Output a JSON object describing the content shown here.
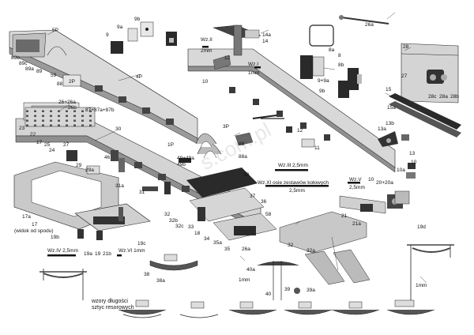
{
  "labels": {
    "l5P": "5P",
    "l89b": "89b",
    "l89c": "89c",
    "l89a": "89a",
    "l89": "89",
    "l59": "59",
    "l88": "88",
    "l2P": "2P",
    "l4P": "4P",
    "l87": "87+87a+87b",
    "l9a": "9a",
    "l9b": "9b",
    "l9": "9",
    "lWz2": "Wz.II",
    "l2mm": "2mm",
    "l14a": "14a",
    "l14": "14",
    "lWz1": "Wz.I",
    "l1mm_a": "1mm",
    "l12a": "12",
    "l10a": "10",
    "l8a": "8a",
    "l8": "8",
    "l8b": "8b",
    "l99a": "9+9a",
    "l9bb": "9b",
    "l26a": "26+26a",
    "l26b": "26b",
    "l23": "23",
    "l22": "22",
    "l17": "17",
    "l25": "25",
    "l24": "24",
    "l27": "27",
    "l30": "30",
    "l29": "29",
    "l29a": "29a",
    "l46": "46",
    "l1P": "1P",
    "l49": "49+49a",
    "l49b": "49b",
    "l3P": "3P",
    "l88b": "88",
    "l88a": "88a",
    "l12b": "12",
    "l11": "11",
    "l10b": "10",
    "l26aa": "26a",
    "l28": "28",
    "l27b": "27",
    "l28c": "28c",
    "l28a": "28a",
    "l28b": "28b",
    "l15": "15",
    "l15a": "15a",
    "l13b": "13b",
    "l13a": "13a",
    "l13": "13",
    "l10c": "10",
    "l10aa": "10a",
    "lWz3": "Wz.III",
    "l25mm_a": "2,5mm",
    "l39": "39",
    "lWzXI": "Wz.XI  osie zestawów  kołowych",
    "l25mm_b": "2,5mm",
    "lWzV": "Wz.V",
    "l25mm_c": "2,5mm",
    "l2020a": "20+20a",
    "l31a": "31a",
    "l31": "31",
    "l37": "37",
    "l36": "36",
    "l32a": "32",
    "l32b": "32b",
    "l32c": "32c",
    "l33": "33",
    "l18": "18",
    "l34": "34",
    "l35a": "35a",
    "l35": "35",
    "l26ab": "26a",
    "l58": "58",
    "l21": "21",
    "l21a": "21a",
    "l19d": "19d",
    "l17a": "17a",
    "l17b": "17",
    "lwidok": "(widok od spodu)",
    "l19b": "19b",
    "lWz4": "Wz.IV  2,5mm",
    "l19a": "19a",
    "l19": "19",
    "l21b": "21b",
    "lWz6": "Wz.VI  1mm",
    "l19c": "19c",
    "l32d": "32",
    "l32aa": "32a",
    "l38": "38",
    "l38a": "38a",
    "l40a": "40a",
    "l1mm_b": "1mm",
    "l40": "40",
    "l39b": "39",
    "l39a": "39a",
    "l1mm_c": "1mm",
    "lwzory": "wzory długości",
    "lszt": "sztyc resorowych"
  },
  "watermark": "s.com.pl",
  "colors": {
    "part_fill": "#d9d9d9",
    "part_dark": "#8a8a8a",
    "part_black": "#2a2a2a",
    "line": "#222222",
    "bar": "#111111"
  }
}
